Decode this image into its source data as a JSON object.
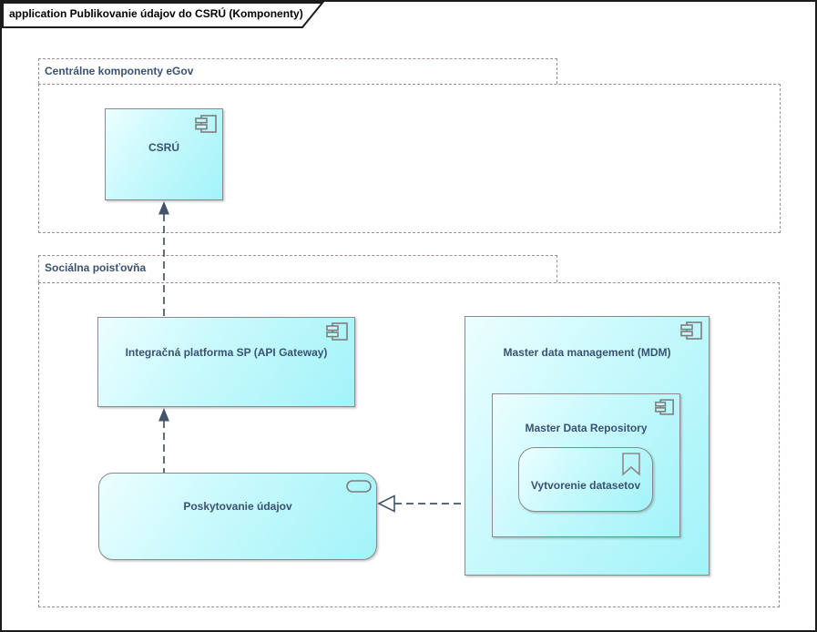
{
  "title": {
    "text": "application Publikovanie údajov do CSRÚ (Komponenty)"
  },
  "boundaries": {
    "centralne": {
      "label": "Centrálne komponenty eGov"
    },
    "socialna": {
      "label": "Sociálna poisťovňa"
    }
  },
  "components": {
    "csru": {
      "label": "CSRÚ",
      "icon": "uml-component-icon"
    },
    "integracna": {
      "label": "Integračná platforma SP (API Gateway)",
      "icon": "uml-component-icon"
    },
    "mdm": {
      "label": "Master data management (MDM)",
      "icon": "uml-component-icon"
    },
    "mdr": {
      "label": "Master Data Repository",
      "icon": "uml-component-icon"
    },
    "vytvorenie": {
      "label": "Vytvorenie datasetov",
      "icon": "bookmark-ribbon-icon"
    },
    "poskytovanie": {
      "label": "Poskytovanie údajov",
      "icon": "service-pill-icon"
    }
  },
  "connectors": [
    {
      "name": "integracna-to-csru",
      "style": "dashed",
      "head": "filled-triangle",
      "from": "Integračná platforma SP (API Gateway)",
      "to": "CSRÚ"
    },
    {
      "name": "poskytovanie-to-integracna",
      "style": "dashed",
      "head": "filled-triangle",
      "from": "Poskytovanie údajov",
      "to": "Integračná platforma SP (API Gateway)"
    },
    {
      "name": "mdm-to-poskytovanie",
      "style": "dashed",
      "head": "hollow-triangle",
      "from": "Master data management (MDM)",
      "to": "Poskytovanie údajov"
    }
  ],
  "colors": {
    "node_fill_start": "#ecfeff",
    "node_fill_mid": "#c6f9fc",
    "node_fill_end": "#a2f3f9",
    "node_border": "#8a8a8a",
    "boundary_dash": "#9d8d8d",
    "connector": "#44546a",
    "label_text": "#3a5271",
    "title_text": "#000000"
  }
}
